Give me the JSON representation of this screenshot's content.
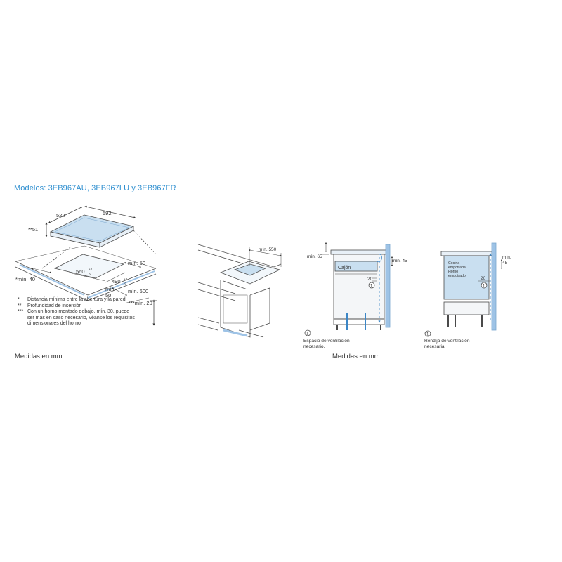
{
  "title": "Modelos: 3EB967AU, 3EB967LU y 3EB967FR",
  "units_label_left": "Medidas en mm",
  "units_label_right": "Medidas en mm",
  "fig1": {
    "dim_depth": "522",
    "dim_width": "592",
    "dim_height": "**51",
    "cut_width": "560",
    "cut_width_tol_plus": "+2",
    "cut_width_tol_minus": "-0",
    "cut_depth": "490",
    "cut_depth_tol_plus": "+2",
    "cut_depth_tol_minus": "-0",
    "min_50_a": "mín. 50",
    "min_40": "*mín. 40",
    "min_50_b_1": "mín.",
    "min_50_b_2": "50",
    "min_600": "mín. 600",
    "min_20": "***mín. 20"
  },
  "notes": [
    {
      "mark": "*",
      "text": "Distancia mínima entre la abertura y la pared"
    },
    {
      "mark": "**",
      "text": "Profundidad de inserción"
    },
    {
      "mark": "***",
      "text": "Con un horno montado debajo, mín. 30, puede ser más en caso necesario, véanse los requisitos dimensionales del horno"
    }
  ],
  "fig2": {
    "min_550": "mín. 550"
  },
  "fig3": {
    "min_65": "mín. 65",
    "min_45": "mín. 45",
    "drawer": "Cajón",
    "dim_20": "20",
    "marker": "1",
    "caption": "Espacio de ventilación necesario."
  },
  "fig4": {
    "oven_label": "Cocina empotrada/ Horno empotrado",
    "min": "mín.",
    "val_45": "45",
    "dim_20": "20",
    "marker": "1",
    "caption": "Rendija de ventilación necesaria"
  },
  "colors": {
    "title": "#2f8fd0",
    "line": "#4a4a4a",
    "panel_blue": "#c9dff0",
    "wall_blue": "#9ec3e6",
    "arrow_blue": "#3b86c6"
  }
}
